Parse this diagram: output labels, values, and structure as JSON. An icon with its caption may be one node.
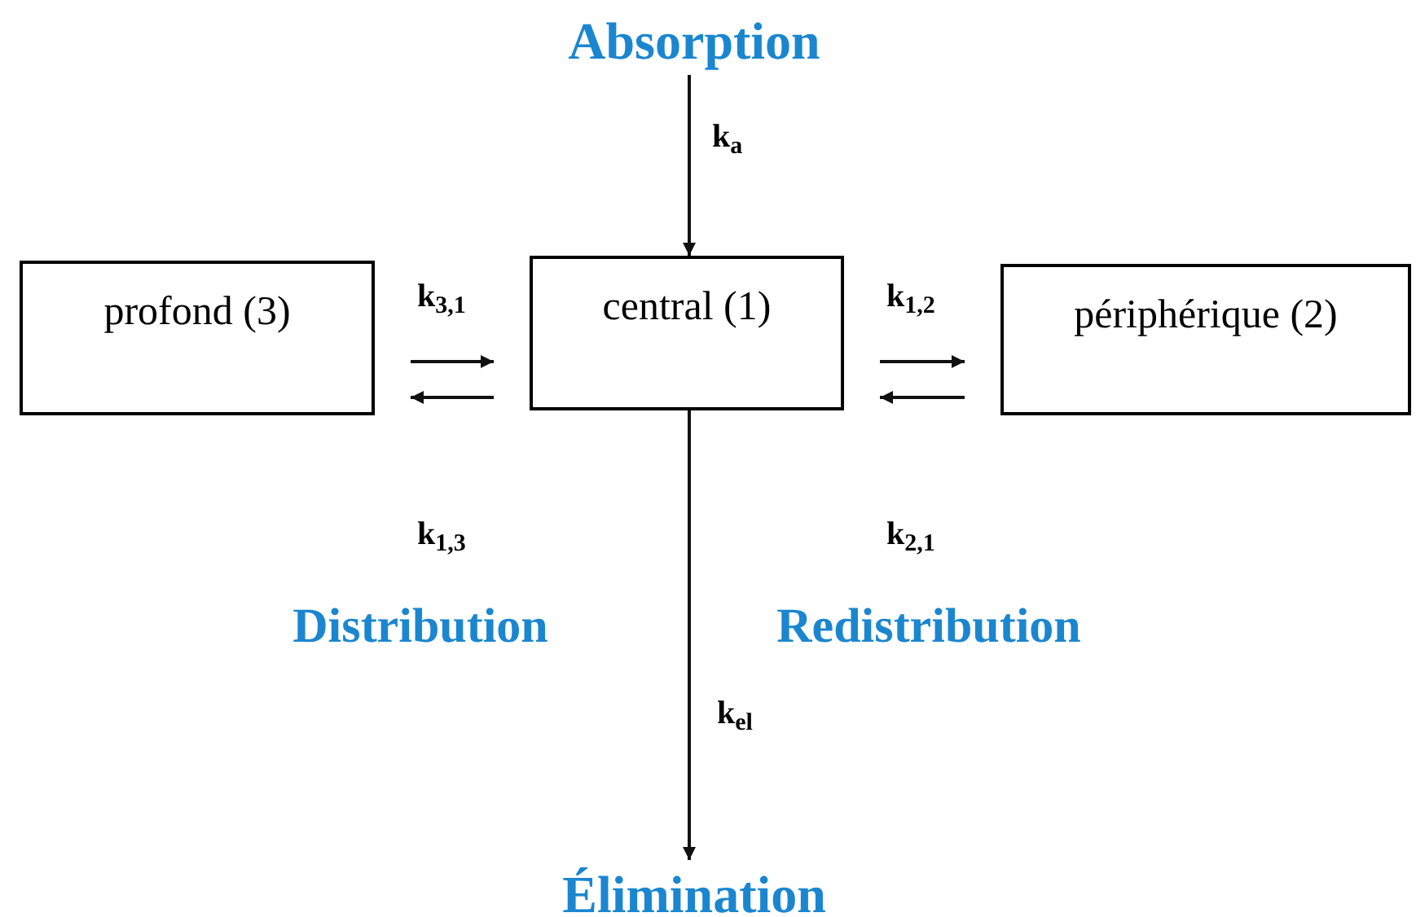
{
  "diagram": {
    "nodes": [
      {
        "text": [
          "Absorption"
        ]
      },
      {
        "text": [
          "profond (3)"
        ]
      },
      {
        "text": [
          "central (1)"
        ]
      },
      {
        "text": [
          "périphérique (2)"
        ]
      },
      {
        "text": [
          "Élimination"
        ]
      }
    ],
    "edges": [
      {
        "from": 0,
        "to": 2,
        "arrow": "to",
        "label": "k$_{a}$"
      },
      {
        "from": 1,
        "to": 2,
        "arrow": "to",
        "label": "k$_{3,1}$"
      },
      {
        "from": 2,
        "to": 1,
        "arrow": "to",
        "label": "k$_{1,3}$"
      },
      {
        "from": 2,
        "to": 3,
        "arrow": "to",
        "label": "k$_{1,2}$"
      },
      {
        "from": 3,
        "to": 2,
        "arrow": "to",
        "label": "k$_{2,1}$"
      },
      {
        "from": 2,
        "to": 4,
        "arrow": "to",
        "label": "k$_{el}$"
      }
    ],
    "labels": [
      "Distribution",
      "Redistribution"
    ]
  }
}
